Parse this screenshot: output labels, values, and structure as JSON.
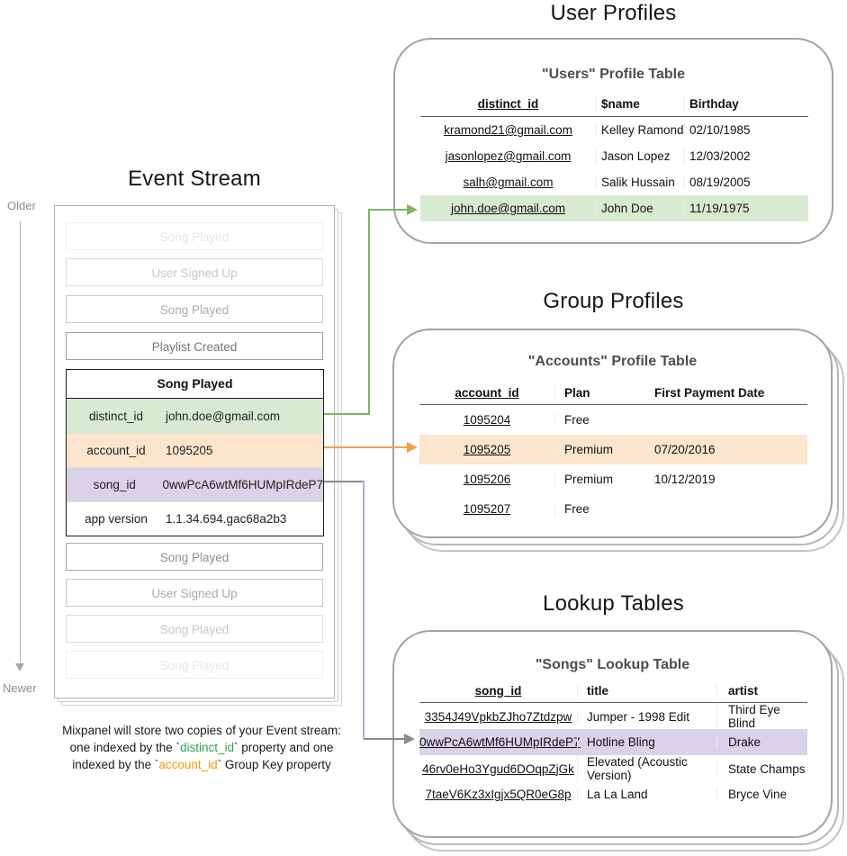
{
  "titles": {
    "event_stream": "Event Stream",
    "user_profiles": "User Profiles",
    "group_profiles": "Group Profiles",
    "lookup_tables": "Lookup Tables"
  },
  "timeline": {
    "older": "Older",
    "newer": "Newer"
  },
  "event_stream": {
    "events_before": [
      "Song Played",
      "User Signed Up",
      "Song Played",
      "Playlist Created"
    ],
    "main_event": {
      "name": "Song Played",
      "properties": [
        {
          "key": "distinct_id",
          "value": "john.doe@gmail.com",
          "highlight": "green"
        },
        {
          "key": "account_id",
          "value": "1095205",
          "highlight": "orange"
        },
        {
          "key": "song_id",
          "value": "0wwPcA6wtMf6HUMpIRdeP7",
          "highlight": "purple"
        },
        {
          "key": "app version",
          "value": "1.1.34.694.gac68a2b3",
          "highlight": "none"
        }
      ]
    },
    "events_after": [
      "Song Played",
      "User Signed Up",
      "Song Played",
      "Song Played"
    ]
  },
  "users_table": {
    "title": "\"Users\" Profile Table",
    "columns": [
      "distinct_id",
      "$name",
      "Birthday"
    ],
    "rows": [
      [
        "kramond21@gmail.com",
        "Kelley Ramond",
        "02/10/1985"
      ],
      [
        "jasonlopez@gmail.com",
        "Jason Lopez",
        "12/03/2002"
      ],
      [
        "salh@gmail.com",
        "Salik Hussain",
        "08/19/2005"
      ],
      [
        "john.doe@gmail.com",
        "John Doe",
        "11/19/1975"
      ]
    ],
    "highlighted_row": 3
  },
  "accounts_table": {
    "title": "\"Accounts\" Profile Table",
    "columns": [
      "account_id",
      "Plan",
      "First Payment Date"
    ],
    "rows": [
      [
        "1095204",
        "Free",
        ""
      ],
      [
        "1095205",
        "Premium",
        "07/20/2016"
      ],
      [
        "1095206",
        "Premium",
        "10/12/2019"
      ],
      [
        "1095207",
        "Free",
        ""
      ]
    ],
    "highlighted_row": 1
  },
  "songs_table": {
    "title": "\"Songs\" Lookup Table",
    "columns": [
      "song_id",
      "title",
      "artist"
    ],
    "rows": [
      [
        "3354J49VpkbZJho7Ztdzpw",
        "Jumper - 1998 Edit",
        "Third Eye Blind"
      ],
      [
        "0wwPcA6wtMf6HUMpIRdeP7",
        "Hotline Bling",
        "Drake"
      ],
      [
        "46rv0eHo3Ygud6DOqpZjGk",
        "Elevated (Acoustic Version)",
        "State Champs"
      ],
      [
        "7taeV6Kz3xIgjx5QR0eG8p",
        "La La Land",
        "Bryce Vine"
      ]
    ],
    "highlighted_row": 1
  },
  "caption": {
    "line1": "Mixpanel will store two copies of your Event stream:",
    "line2_pre": "one indexed by the `",
    "line2_key": "distinct_id",
    "line2_post": "` property and one",
    "line3_pre": "indexed by the `",
    "line3_key": "account_id",
    "line3_post": "` Group Key property"
  },
  "colors": {
    "green_highlight": "#d9ead3",
    "orange_highlight": "#fce5cd",
    "purple_highlight": "#d9d2e9",
    "green_arrow": "#82b366",
    "orange_arrow": "#f0a24b",
    "purple_arrow": "#b5a8d2",
    "gray_arrow": "#8a8a8a",
    "caption_green": "#2fa14d",
    "caption_orange": "#ff9900"
  }
}
